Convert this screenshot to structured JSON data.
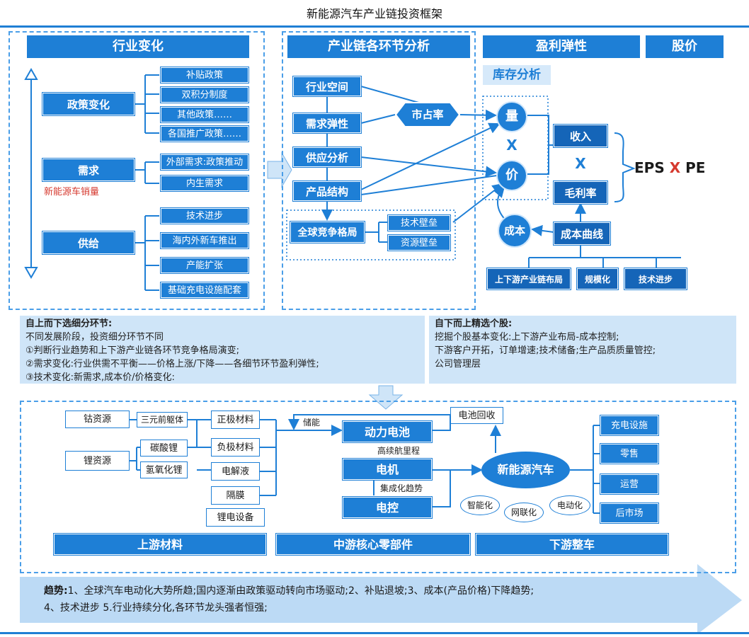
{
  "title": "新能源汽车产业链投资框架",
  "headers": {
    "industry_change": "行业变化",
    "chain_analysis": "产业链各环节分析",
    "profit_elasticity": "盈利弹性",
    "stock_price": "股价",
    "inventory": "库存分析"
  },
  "industry": {
    "policy": "政策变化",
    "policy_items": [
      "补贴政策",
      "双积分制度",
      "其他政策……",
      "各国推广政策……"
    ],
    "demand": "需求",
    "demand_note": "新能源车销量",
    "demand_items": [
      "外部需求:政策推动",
      "内生需求"
    ],
    "supply": "供给",
    "supply_items": [
      "技术进步",
      "海内外新车推出",
      "产能扩张",
      "基础充电设施配套"
    ]
  },
  "chain": {
    "items": [
      "行业空间",
      "需求弹性",
      "供应分析",
      "产品结构",
      "全球竞争格局"
    ],
    "market_share": "市占率",
    "barriers": [
      "技术壁垒",
      "资源壁垒"
    ]
  },
  "profit": {
    "volume": "量",
    "price": "价",
    "times": "X",
    "revenue": "收入",
    "gross_margin": "毛利率",
    "cost": "成本",
    "cost_curve": "成本曲线",
    "cost_factors": [
      "上下游产业链布局",
      "规模化",
      "技术进步"
    ],
    "eps": "EPS",
    "x": "X",
    "pe": "PE"
  },
  "panels": {
    "left_title": "自上而下选细分环节:",
    "left_lines": [
      "不同发展阶段，投资细分环节不同",
      "①判断行业趋势和上下游产业链各环节竞争格局演变;",
      "②需求变化:行业供需不平衡——价格上涨/下降——各细节环节盈利弹性;",
      "③技术变化:新需求,成本价/价格变化:"
    ],
    "right_title": "自下而上精选个股:",
    "right_lines": [
      "挖掘个股基本变化:上下游产业布局-成本控制;",
      "下游客户开拓，订单增速;技术储备;生产品质质量管控;",
      "公司管理层"
    ]
  },
  "supply_chain": {
    "resources": [
      "钴资源",
      "锂资源"
    ],
    "precursor": "三元前躯体",
    "lithium_salts": [
      "碳酸锂",
      "氢氧化锂"
    ],
    "materials": [
      "正极材料",
      "负极材料",
      "电解液",
      "隔膜",
      "锂电设备"
    ],
    "storage": "储能",
    "battery": "动力电池",
    "battery_note": "高续航里程",
    "motor": "电机",
    "integration": "集成化趋势",
    "control": "电控",
    "recycling": "电池回收",
    "nev": "新能源汽车",
    "trends": [
      "智能化",
      "网联化",
      "电动化"
    ],
    "downstream": [
      "充电设施",
      "零售",
      "运营",
      "后市场"
    ],
    "sections": [
      "上游材料",
      "中游核心零部件",
      "下游整车"
    ]
  },
  "trend": {
    "label": "趋势:",
    "line1": "1、全球汽车电动化大势所趋;国内逐渐由政策驱动转向市场驱动;2、补贴退坡;3、成本(产品价格)下降趋势;",
    "line2": "4、技术进步 5.行业持续分化,各环节龙头强者恒强;"
  }
}
